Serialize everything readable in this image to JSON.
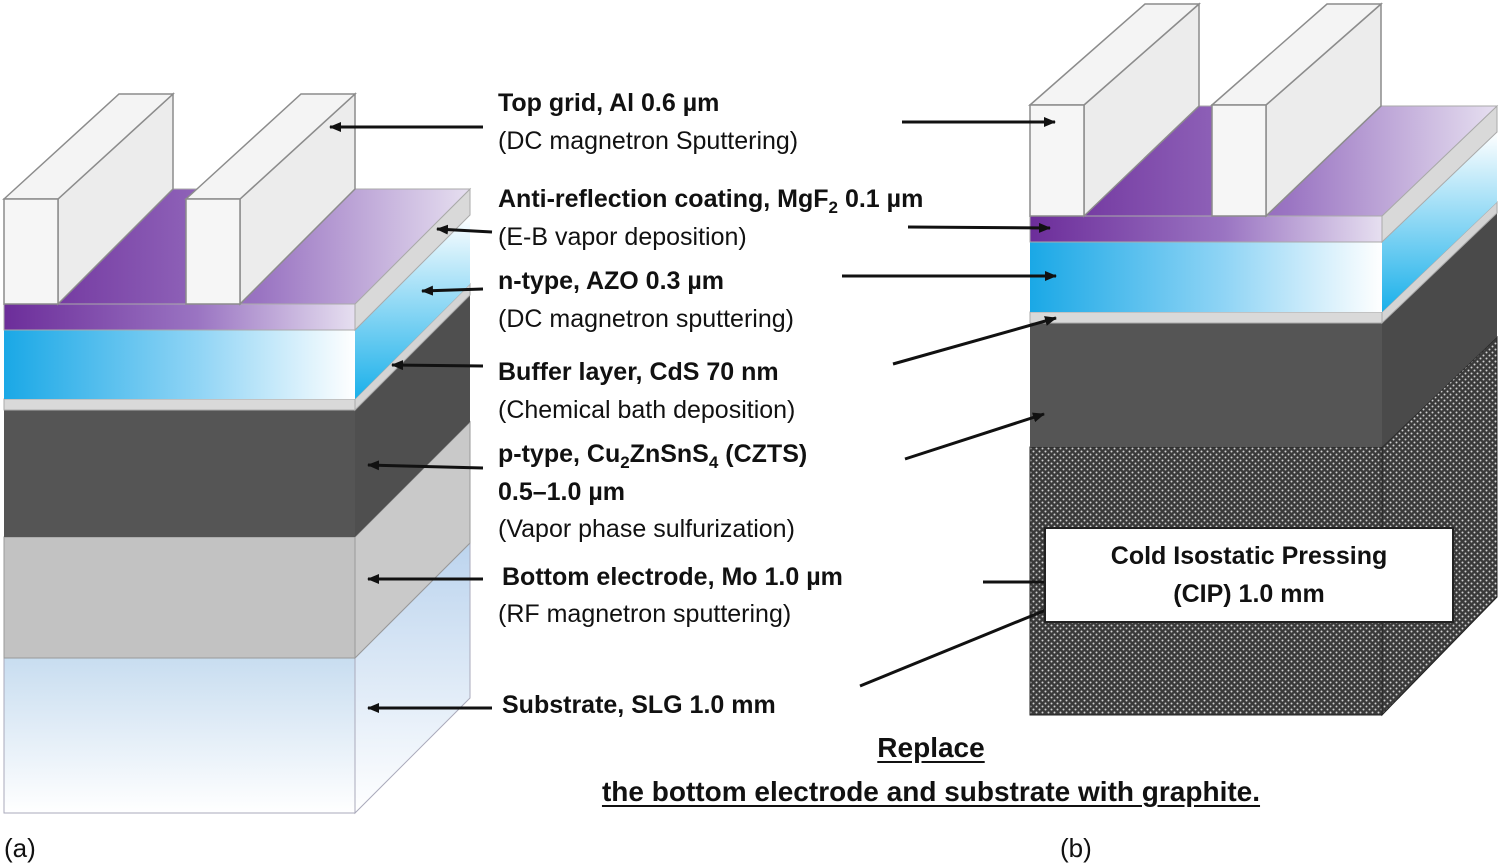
{
  "labels": {
    "top_grid": {
      "title": "Top grid, Al 0.6 µm",
      "method": "(DC magnetron Sputtering)"
    },
    "arc": {
      "title_a": "Anti-reflection coating, MgF",
      "sub": "2",
      "title_b": " 0.1 µm",
      "method": "(E-B vapor deposition)"
    },
    "ntype": {
      "title": "n-type, AZO 0.3 µm",
      "method": "(DC magnetron sputtering)"
    },
    "buffer": {
      "title": "Buffer layer, CdS 70 nm",
      "method": "(Chemical bath deposition)"
    },
    "ptype": {
      "t1": "p-type, Cu",
      "s1": "2",
      "t2": "ZnSnS",
      "s2": "4",
      "t3": " (CZTS)",
      "line2": "0.5–1.0 µm",
      "method": "(Vapor phase sulfurization)"
    },
    "bottom": {
      "title": "Bottom electrode, Mo 1.0 µm",
      "method": "(RF magnetron sputtering)"
    },
    "substrate": {
      "title": "Substrate, SLG 1.0 mm"
    }
  },
  "cip_box": {
    "line1": "Cold Isostatic Pressing",
    "line2": "(CIP) 1.0 mm"
  },
  "caption": {
    "line1": "Replace",
    "line2": "the bottom electrode and substrate with graphite."
  },
  "panels": {
    "a": "(a)",
    "b": "(b)"
  },
  "colors": {
    "purple": "#7a3aa6",
    "blue": "#1cb2e8",
    "dark_layer": "#555555",
    "mo_gray": "#c4c4c4",
    "grid_white": "#f4f4f4",
    "outline": "#888888"
  }
}
